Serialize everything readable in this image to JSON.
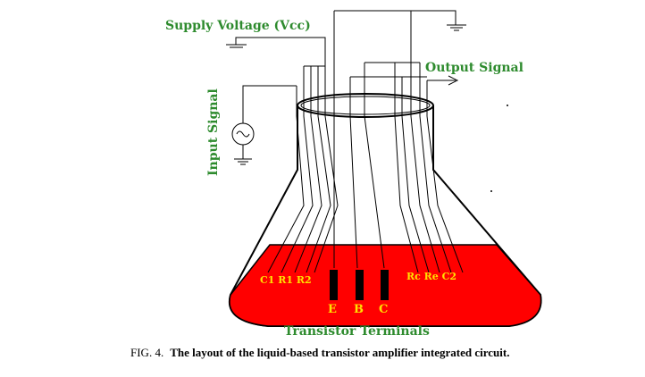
{
  "labels": {
    "supply_voltage": "Supply Voltage (Vcc)",
    "output_signal": "Output Signal",
    "input_signal": "Input Signal",
    "transistor_terminals": "Transistor Terminals",
    "left_components": "C1 R1 R2",
    "right_components": "Rc Re C2",
    "terminal_e": "E",
    "terminal_b": "B",
    "terminal_c": "C"
  },
  "caption": {
    "prefix": "FIG. 4.",
    "text": "The layout of the liquid-based transistor amplifier integrated circuit."
  },
  "colors": {
    "liquid": "#ff0000",
    "label_green": "#2e8b2e",
    "label_yellow": "#ffe100",
    "electrode": "#000000"
  }
}
